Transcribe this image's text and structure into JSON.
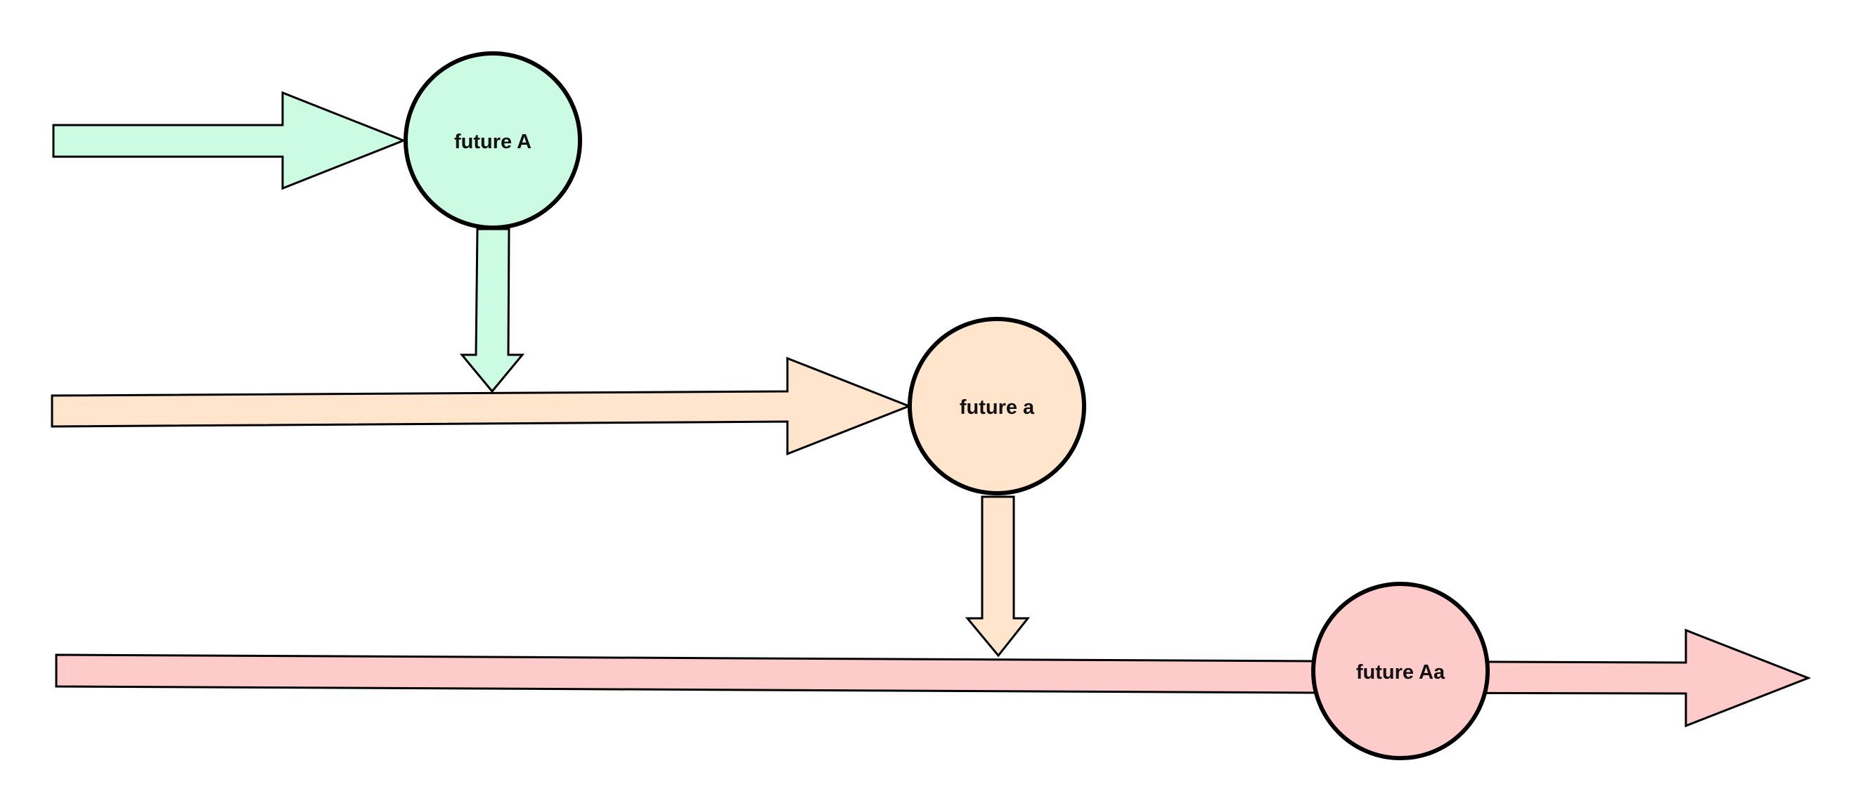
{
  "nodes": {
    "a_upper": {
      "label": "future A"
    },
    "a_lower": {
      "label": "future a"
    },
    "aa": {
      "label": "future Aa"
    }
  },
  "colors": {
    "green": "#ccfbe4",
    "peach": "#ffe5cc",
    "pink": "#fecbcb",
    "stroke": "#000000",
    "text": "#111111"
  }
}
